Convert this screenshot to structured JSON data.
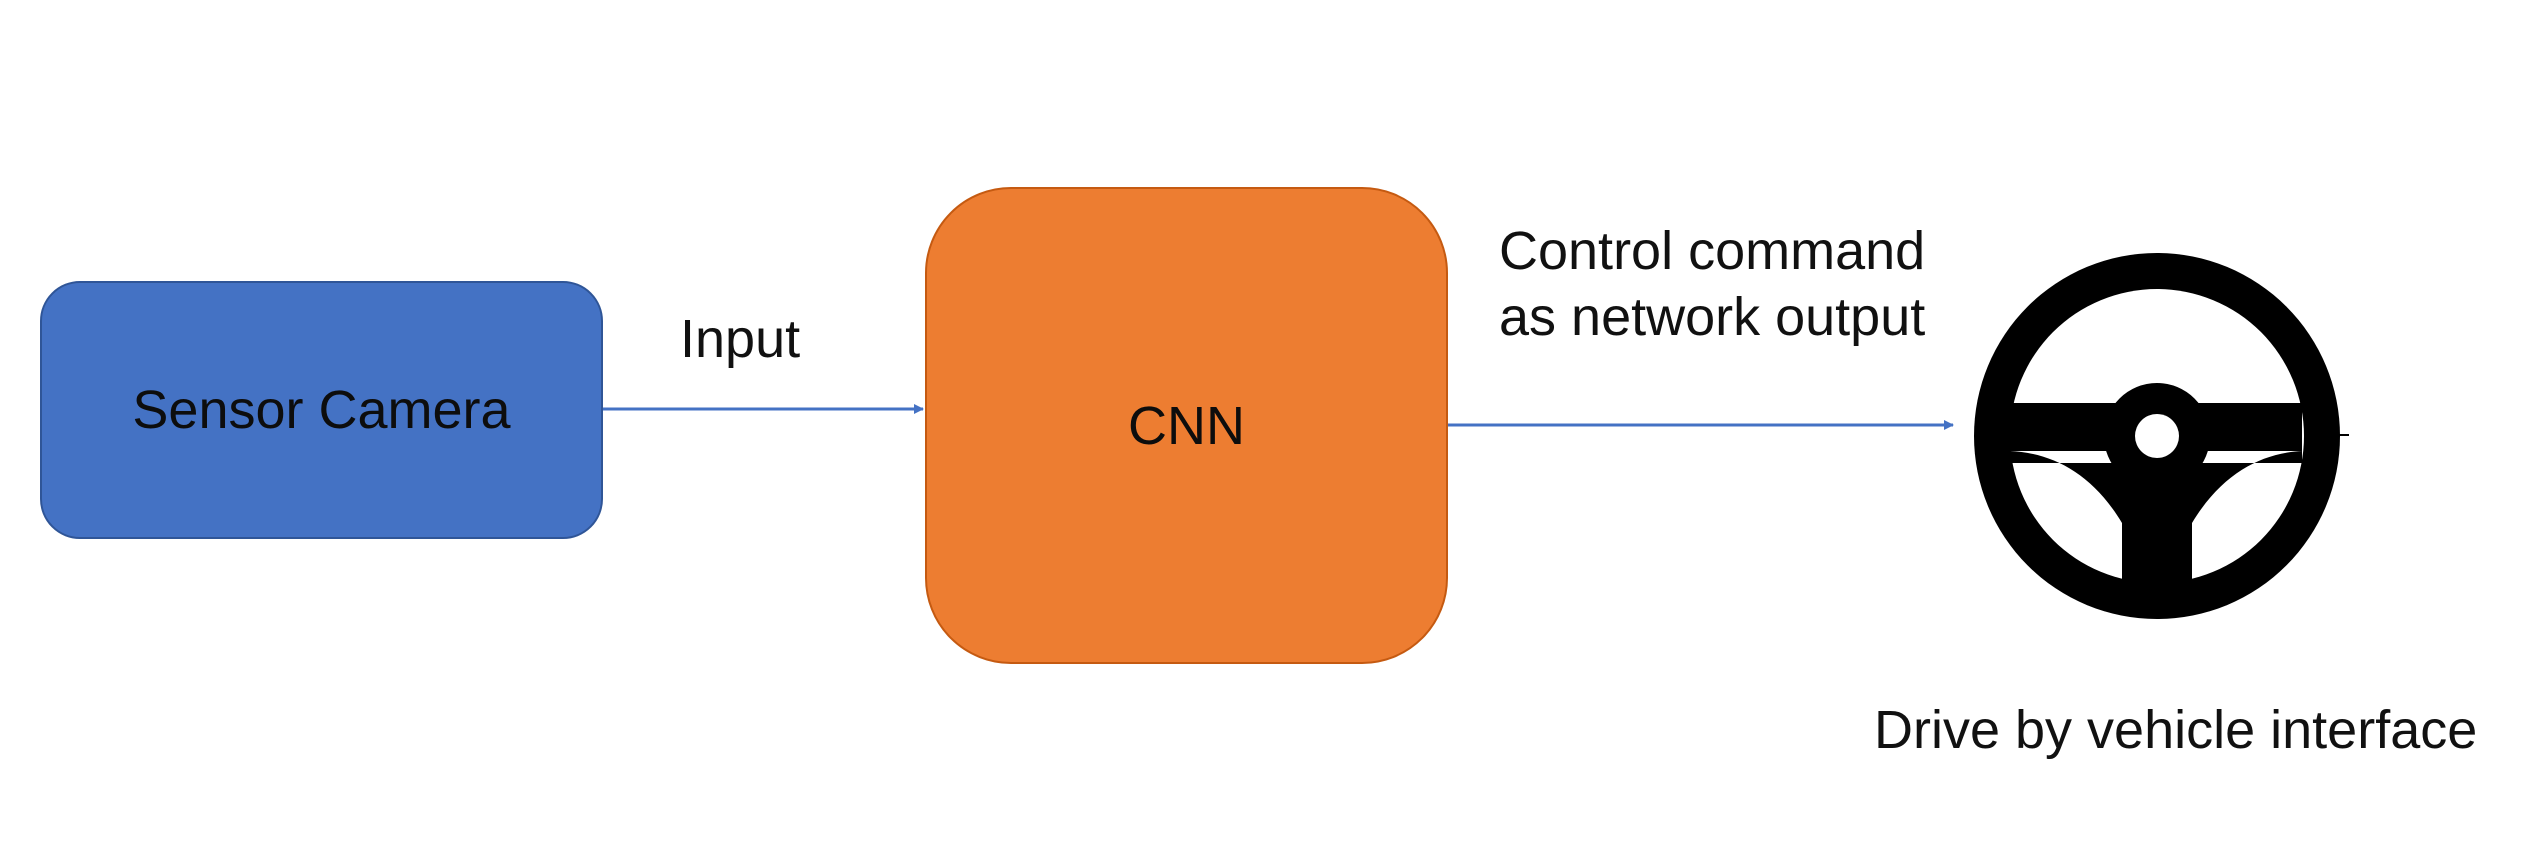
{
  "nodes": {
    "camera": {
      "label": "Sensor Camera",
      "color": "#4472C4"
    },
    "cnn": {
      "label": "CNN",
      "color": "#ED7D31"
    }
  },
  "edges": {
    "input_label": "Input",
    "output_label": "Control command\nas network output",
    "color": "#4472C4"
  },
  "vehicle_interface": {
    "icon": "steering-wheel-icon",
    "label": "Drive by vehicle interface",
    "color": "#000000"
  }
}
